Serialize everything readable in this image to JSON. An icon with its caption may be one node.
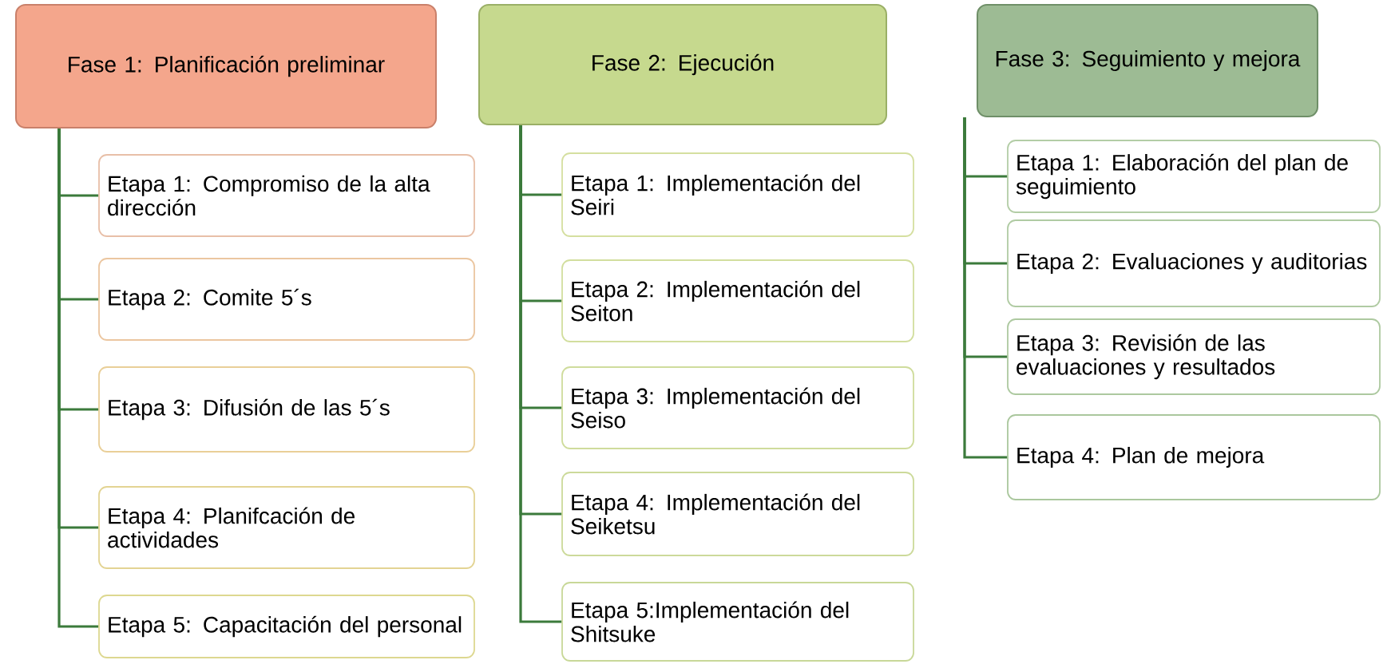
{
  "diagram": {
    "nodes": [
      {
        "text": [
          "Fase 1: Planificación preliminar"
        ]
      },
      {
        "text": [
          "Etapa 1: Compromiso de la alta dirección"
        ]
      },
      {
        "text": [
          "Etapa 2: Comite 5´s"
        ]
      },
      {
        "text": [
          "Etapa 3: Difusión de las 5´s"
        ]
      },
      {
        "text": [
          "Etapa 4: Planifcación  de actividades"
        ]
      },
      {
        "text": [
          "Etapa 5: Capacitación del personal"
        ]
      },
      {
        "text": [
          "Fase 2: Ejecución"
        ]
      },
      {
        "text": [
          "Etapa 1: Implementación del Seiri"
        ]
      },
      {
        "text": [
          "Etapa 2: Implementación del Seiton"
        ]
      },
      {
        "text": [
          "Etapa 3: Implementación del Seiso"
        ]
      },
      {
        "text": [
          "Etapa 4: Implementación del Seiketsu"
        ]
      },
      {
        "text": [
          "Etapa 5:Implementación del Shitsuke"
        ]
      },
      {
        "text": [
          "Fase 3: Seguimiento y mejora"
        ]
      },
      {
        "text": [
          "Etapa 1: Elaboración del plan de seguimiento"
        ]
      },
      {
        "text": [
          "Etapa 2: Evaluaciones y auditorias"
        ]
      },
      {
        "text": [
          "Etapa 3: Revisión de las evaluaciones y resultados"
        ]
      },
      {
        "text": [
          "Etapa 4: Plan de mejora"
        ]
      }
    ],
    "edges": [
      {
        "from": 0,
        "to": 1,
        "arrow": "none"
      },
      {
        "from": 0,
        "to": 2,
        "arrow": "none"
      },
      {
        "from": 0,
        "to": 3,
        "arrow": "none"
      },
      {
        "from": 0,
        "to": 4,
        "arrow": "none"
      },
      {
        "from": 0,
        "to": 5,
        "arrow": "none"
      },
      {
        "from": 6,
        "to": 7,
        "arrow": "none"
      },
      {
        "from": 6,
        "to": 8,
        "arrow": "none"
      },
      {
        "from": 6,
        "to": 9,
        "arrow": "none"
      },
      {
        "from": 6,
        "to": 10,
        "arrow": "none"
      },
      {
        "from": 6,
        "to": 11,
        "arrow": "none"
      },
      {
        "from": 12,
        "to": 13,
        "arrow": "none"
      },
      {
        "from": 12,
        "to": 14,
        "arrow": "none"
      },
      {
        "from": 12,
        "to": 15,
        "arrow": "none"
      },
      {
        "from": 12,
        "to": 16,
        "arrow": "none"
      }
    ]
  }
}
